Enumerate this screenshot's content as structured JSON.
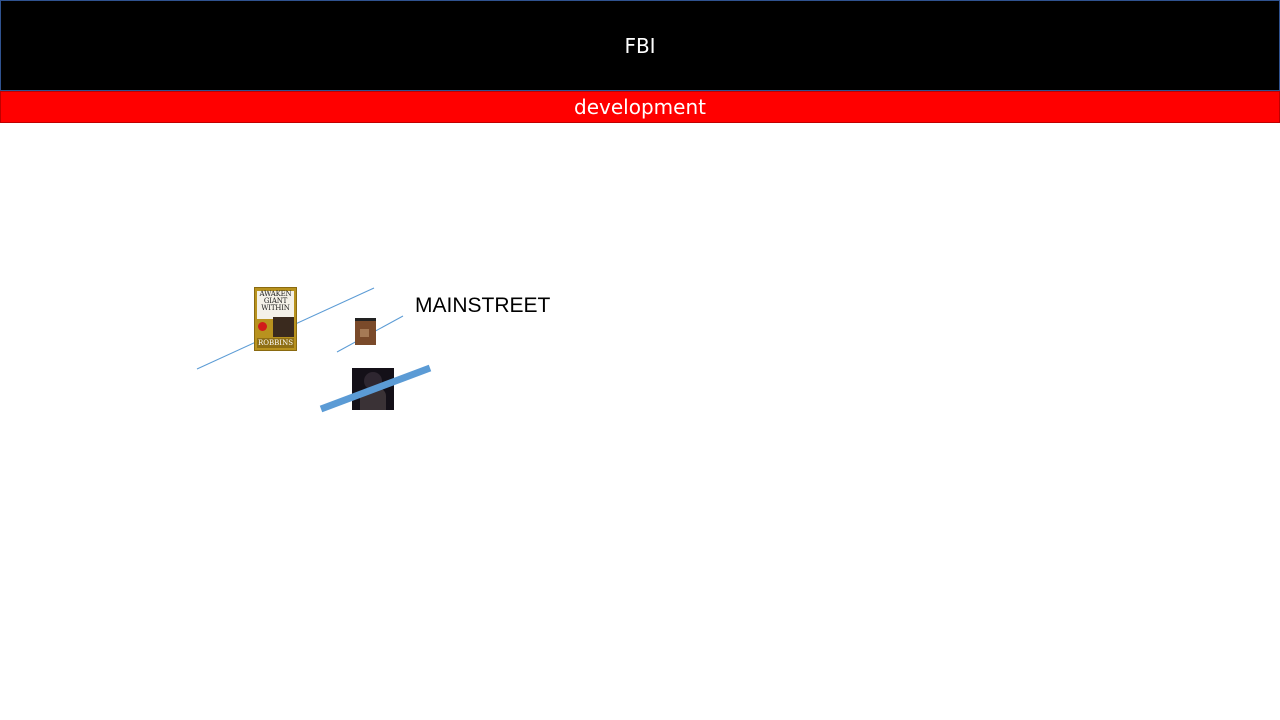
{
  "header": {
    "title": "FBI",
    "subtitle": "development"
  },
  "canvas": {
    "label": "MAINSTREET",
    "book": {
      "title_lines": [
        "AWAKEN",
        "GIANT",
        "WITHIN"
      ],
      "author": "ROBBINS"
    }
  },
  "colors": {
    "header_bg": "#000000",
    "subheader_bg": "#ff0000",
    "line": "#5b9bd5"
  }
}
